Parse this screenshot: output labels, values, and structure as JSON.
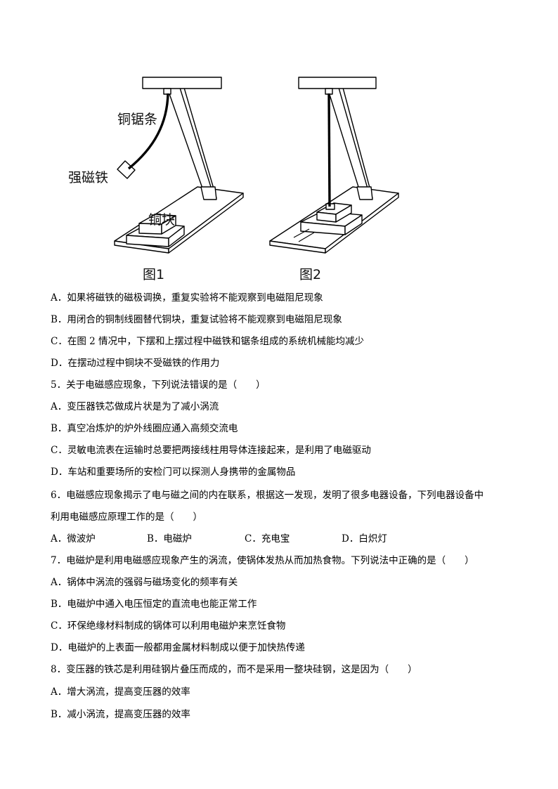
{
  "figure": {
    "label_copper_saw": "铜锯条",
    "label_magnet": "强磁铁",
    "label_copper_block": "铜块",
    "caption_fig1": "图1",
    "caption_fig2": "图2"
  },
  "q4_options": [
    "A．如果将磁铁的磁极调换，重复实验将不能观察到电磁阻尼现象",
    "B．用闭合的铜制线圈替代铜块，重复试验将不能观察到电磁阻尼现象",
    "C．在图 2 情况中，下摆和上摆过程中磁铁和锯条组成的系统机械能均减少",
    "D．在摆动过程中铜块不受磁铁的作用力"
  ],
  "q5": {
    "stem": "5．关于电磁感应现象，下列说法错误的是（　　）",
    "options": [
      "A．变压器铁芯做成片状是为了减小涡流",
      "B．真空冶炼炉的炉外线圈应通入高频交流电",
      "C．灵敏电流表在运输时总要把两接线柱用导体连接起来，是利用了电磁驱动",
      "D．车站和重要场所的安检门可以探测人身携带的金属物品"
    ]
  },
  "q6": {
    "stem_line1": "6．电磁感应现象揭示了电与磁之间的内在联系，根据这一发现，发明了很多电器设备，下列电器设备中",
    "stem_line2": "利用电磁感应原理工作的是（　　）",
    "options": [
      "A．微波炉",
      "B．电磁炉",
      "C．充电宝",
      "D．白炽灯"
    ]
  },
  "q7": {
    "stem": "7．电磁炉是利用电磁感应现象产生的涡流，使锅体发热从而加热食物。下列说法中正确的是（　　）",
    "options": [
      "A．锅体中涡流的强弱与磁场变化的频率有关",
      "B．电磁炉中通入电压恒定的直流电也能正常工作",
      "C．环保绝缘材料制成的锅体可以利用电磁炉来烹饪食物",
      "D．电磁炉的上表面一般都用金属材料制成以便于加快热传递"
    ]
  },
  "q8": {
    "stem": "8．变压器的铁芯是利用硅钢片叠压而成的，而不是采用一整块硅钢，这是因为（　　）",
    "options": [
      "A．增大涡流，提高变压器的效率",
      "B．减小涡流，提高变压器的效率"
    ]
  }
}
